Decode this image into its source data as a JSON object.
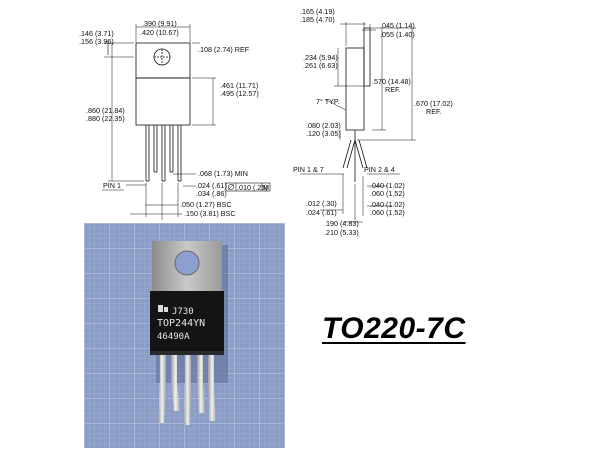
{
  "title": "TO220-7C",
  "front_view": {
    "pin_label": "PIN 1",
    "dims": {
      "tab_width_a": ".146 (3.71)",
      "tab_width_b": ".156 (3.96)",
      "body_width_a": ".390 (9.91)",
      "body_width_b": ".420 (10.67)",
      "tab_height": ".108 (2.74) REF",
      "body_len_a": ".461 (11.71)",
      "body_len_b": ".495 (12.57)",
      "total_len_a": ".860 (21.84)",
      "total_len_b": ".880 (22.35)",
      "lead_min": ".068 (1.73) MIN",
      "lead_w_a": ".024 (.61)",
      "lead_w_b": ".034 (.86)",
      "tolerance": ".010 (.25)",
      "tolerance_symbol": "M",
      "pitch_a": ".050 (1.27) BSC",
      "pitch_b": ".150 (3.81) BSC"
    }
  },
  "side_view": {
    "pin_left": "PIN 1 & 7",
    "pin_right": "PIN 2 & 4",
    "dims": {
      "thick_a": ".165 (4.19)",
      "thick_b": ".185 (4.70)",
      "flange_a": ".045 (1.14)",
      "flange_b": ".055 (1.40)",
      "tabh_a": ".234 (5.94)",
      "tabh_b": ".261 (6.63)",
      "ref_a": ".570 (14.48)",
      "ref_a_tag": "REF.",
      "ref_b": ".670 (17.02)",
      "ref_b_tag": "REF.",
      "angle": "7° TYP.",
      "bend_a": ".080 (2.03)",
      "bend_b": ".120 (3.05)",
      "lt_a": ".012 (.30)",
      "lt_b": ".024 (.61)",
      "lo_a": ".040 (1.02)",
      "lo_b": ".060 (1.52)",
      "lo2_a": ".040 (1.02)",
      "lo2_b": ".060 (1.52)",
      "sp_a": ".190 (4.83)",
      "sp_b": ".210 (5.33)"
    }
  },
  "photo": {
    "marking_lines": [
      "J730",
      "TOP244YN",
      "46490A"
    ]
  },
  "colors": {
    "grid_bg": "#8b9cc6",
    "chip_body": "#141414",
    "tab": "#a9a9a9"
  }
}
